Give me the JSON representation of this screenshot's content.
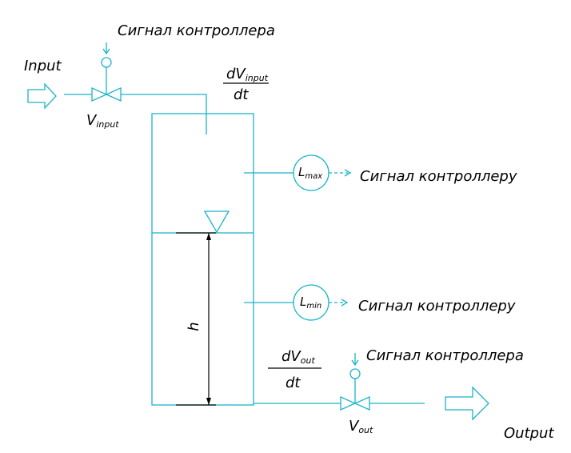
{
  "labels": {
    "input": "Input",
    "output": "Output",
    "controller_signal_top": "Сигнал контроллера",
    "controller_signal_bottom": "Сигнал контроллера",
    "lmax_signal": "Сигнал контроллеру",
    "lmin_signal": "Сигнал контроллеру",
    "v_input_main": "V",
    "v_input_sub": "input",
    "v_out_main": "V",
    "v_out_sub": "out",
    "dv_input_num": "dV",
    "dv_input_sub": "input",
    "dv_input_den": "dt",
    "dv_out_num": "dV",
    "dv_out_sub": "out",
    "dv_out_den": "dt",
    "lmax_main": "L",
    "lmax_sub": "max",
    "lmin_main": "L",
    "lmin_sub": "min",
    "level_h": "h"
  },
  "colors": {
    "line": "#19b5c8",
    "text": "#000000"
  }
}
